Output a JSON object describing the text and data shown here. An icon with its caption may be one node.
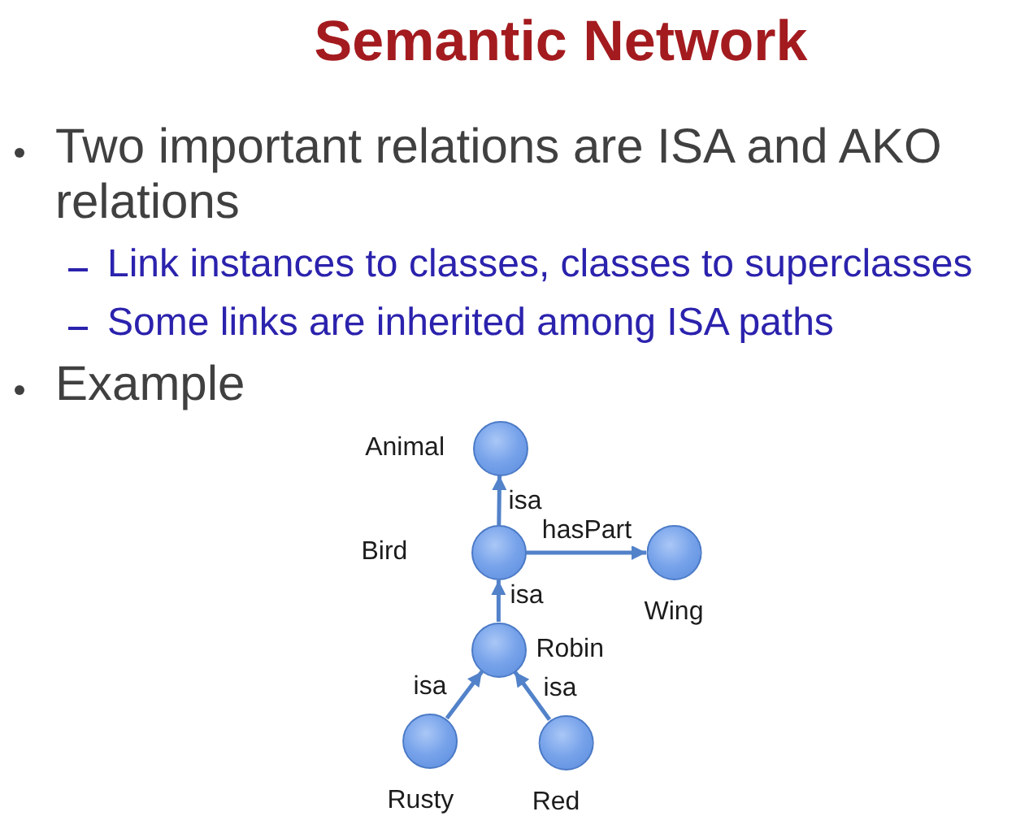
{
  "diagram": {
    "title": "Semantic Network",
    "nodes": [
      {
        "text": [
          "Animal"
        ]
      },
      {
        "text": [
          "Bird"
        ]
      },
      {
        "text": [
          "Wing"
        ]
      },
      {
        "text": [
          "Robin"
        ]
      },
      {
        "text": [
          "Rusty"
        ]
      },
      {
        "text": [
          "Red"
        ]
      }
    ],
    "edges": [
      {
        "from": 1,
        "to": 0,
        "arrow": "to",
        "label": "isa"
      },
      {
        "from": 1,
        "to": 2,
        "arrow": "to",
        "label": "hasPart"
      },
      {
        "from": 3,
        "to": 1,
        "arrow": "to",
        "label": "isa"
      },
      {
        "from": 4,
        "to": 3,
        "arrow": "to",
        "label": "isa"
      },
      {
        "from": 5,
        "to": 3,
        "arrow": "to",
        "label": "isa"
      }
    ],
    "labels": [
      "Two important relations are ISA and AKO relations",
      "Link instances to classes, classes to superclasses",
      "Some links are inherited among ISA paths",
      "Example"
    ]
  }
}
